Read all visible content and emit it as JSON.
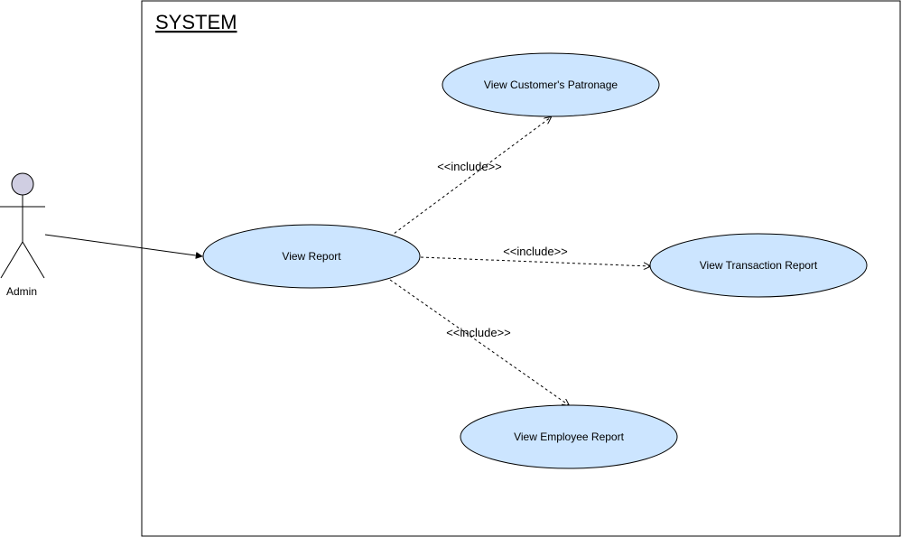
{
  "system": {
    "title": "SYSTEM"
  },
  "actor": {
    "label": "Admin",
    "head_color": "#d0cee2"
  },
  "use_cases": {
    "view_report": "View Report",
    "customer_patronage": "View Customer's Patronage",
    "transaction_report": "View Transaction Report",
    "employee_report": "View Employee Report"
  },
  "relations": {
    "include_customer": "<<include>>",
    "include_transaction": "<<include>>",
    "include_employee": "<<include>>"
  },
  "colors": {
    "use_case_fill": "#cce5ff",
    "stroke": "#000000"
  }
}
